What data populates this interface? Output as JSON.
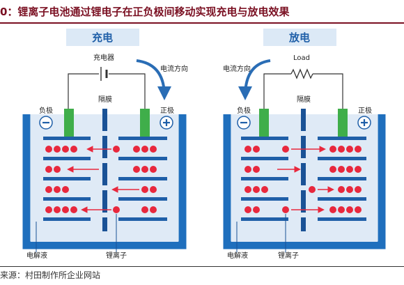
{
  "title": "0：锂离子电池通过锂电子在正负极间移动实现充电与放电效果",
  "source": "来源：村田制作所企业网站",
  "panels": {
    "charge": {
      "header": "充电",
      "source_label": "充电器",
      "current_label": "电流方向",
      "negative_label": "负极",
      "positive_label": "正极",
      "separator_label": "隔膜",
      "electrolyte_label": "电解液",
      "ion_label": "锂离子"
    },
    "discharge": {
      "header": "放电",
      "source_label": "Load",
      "current_label": "电流方向",
      "negative_label": "负极",
      "positive_label": "正极",
      "separator_label": "隔膜",
      "electrolyte_label": "电解液",
      "ion_label": "锂离子"
    }
  },
  "colors": {
    "title": "#7a1022",
    "header_fill": "#dce9f6",
    "header_text": "#1f5fa8",
    "cell_wall": "#1f6fbd",
    "electrolyte": "#dfeaf6",
    "separator": "#1a5296",
    "electrode_plate": "#1f5fa8",
    "terminal": "#3fae4a",
    "ion": "#e8283d",
    "arrow_ion": "#e8283d",
    "arrow_current": "#2a6db5",
    "wire": "#333333"
  }
}
